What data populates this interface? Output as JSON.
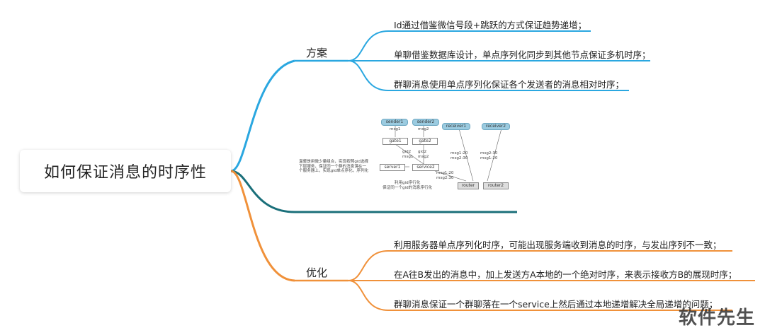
{
  "root": {
    "title": "如何保证消息的时序性"
  },
  "branches": {
    "plan": {
      "label": "方案",
      "items": [
        "Id通过借鉴微信号段+跳跃的方式保证趋势递增；",
        "单聊借鉴数据库设计，单点序列化同步到其他节点保证多机时序；",
        "群聊消息使用单点序列化保证各个发送者的消息相对时序；"
      ]
    },
    "optimize": {
      "label": "优化",
      "items": [
        "利用服务器单点序列化时序，可能出现服务端收到消息的时序，与发出序列不一致；",
        "在A往B发出的消息中，加上发送方A本地的一个绝对时序，来表示接收方B的展现时序；",
        "群聊消息保证一个群聊落在一个service上然后通过本地递增解决全局递增的问题；"
      ]
    }
  },
  "flow": {
    "sender1": "sender1",
    "sender2": "sender2",
    "receiver1": "receiver1",
    "receiver2": "receiver2",
    "msg1": "msg1",
    "msg2": "msg2",
    "gate1": "gate1",
    "gate2": "gate2",
    "gate_msgs": "gid2\nmsg1",
    "gate_msgs2": "gid2\nmsg2",
    "server1": "server1",
    "service2": "service2",
    "recv1_msgs": "msg1:20\nmsg2:30",
    "recv2_msgs": "msg2:30\nmsg1:20",
    "service_out": "msg1:20\nmsg2:30",
    "note_left": "温整是用微少量组合，实现按照gid选择\n下层服务，保证同一个群的消息落在一\n个服务器上，实现gid单点序化，序列化",
    "note_bottom": "利用gid序行化\n保证同一个gid的消息序行化",
    "router": "router",
    "router2": "router2"
  },
  "watermark": "软件先生",
  "colors": {
    "plan": "#2aa7e0",
    "middle": "#1a6f7a",
    "optimize": "#f0913a"
  }
}
